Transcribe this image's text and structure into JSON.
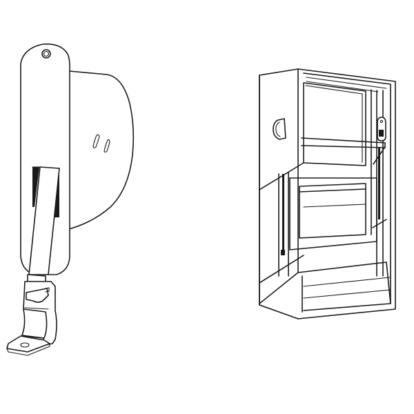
{
  "figure": {
    "description": "Line drawing of a window sash balance unit and a double-hung window frame showing installed balances",
    "colors": {
      "line": "#1a1a1a",
      "background": "#ffffff"
    },
    "parts": [
      {
        "id": "sash-balance",
        "label": "Sash balance (coil spring unit with tape and mounting bracket)"
      },
      {
        "id": "window-frame",
        "label": "Double-hung window frame with balance installed in jamb"
      }
    ]
  }
}
